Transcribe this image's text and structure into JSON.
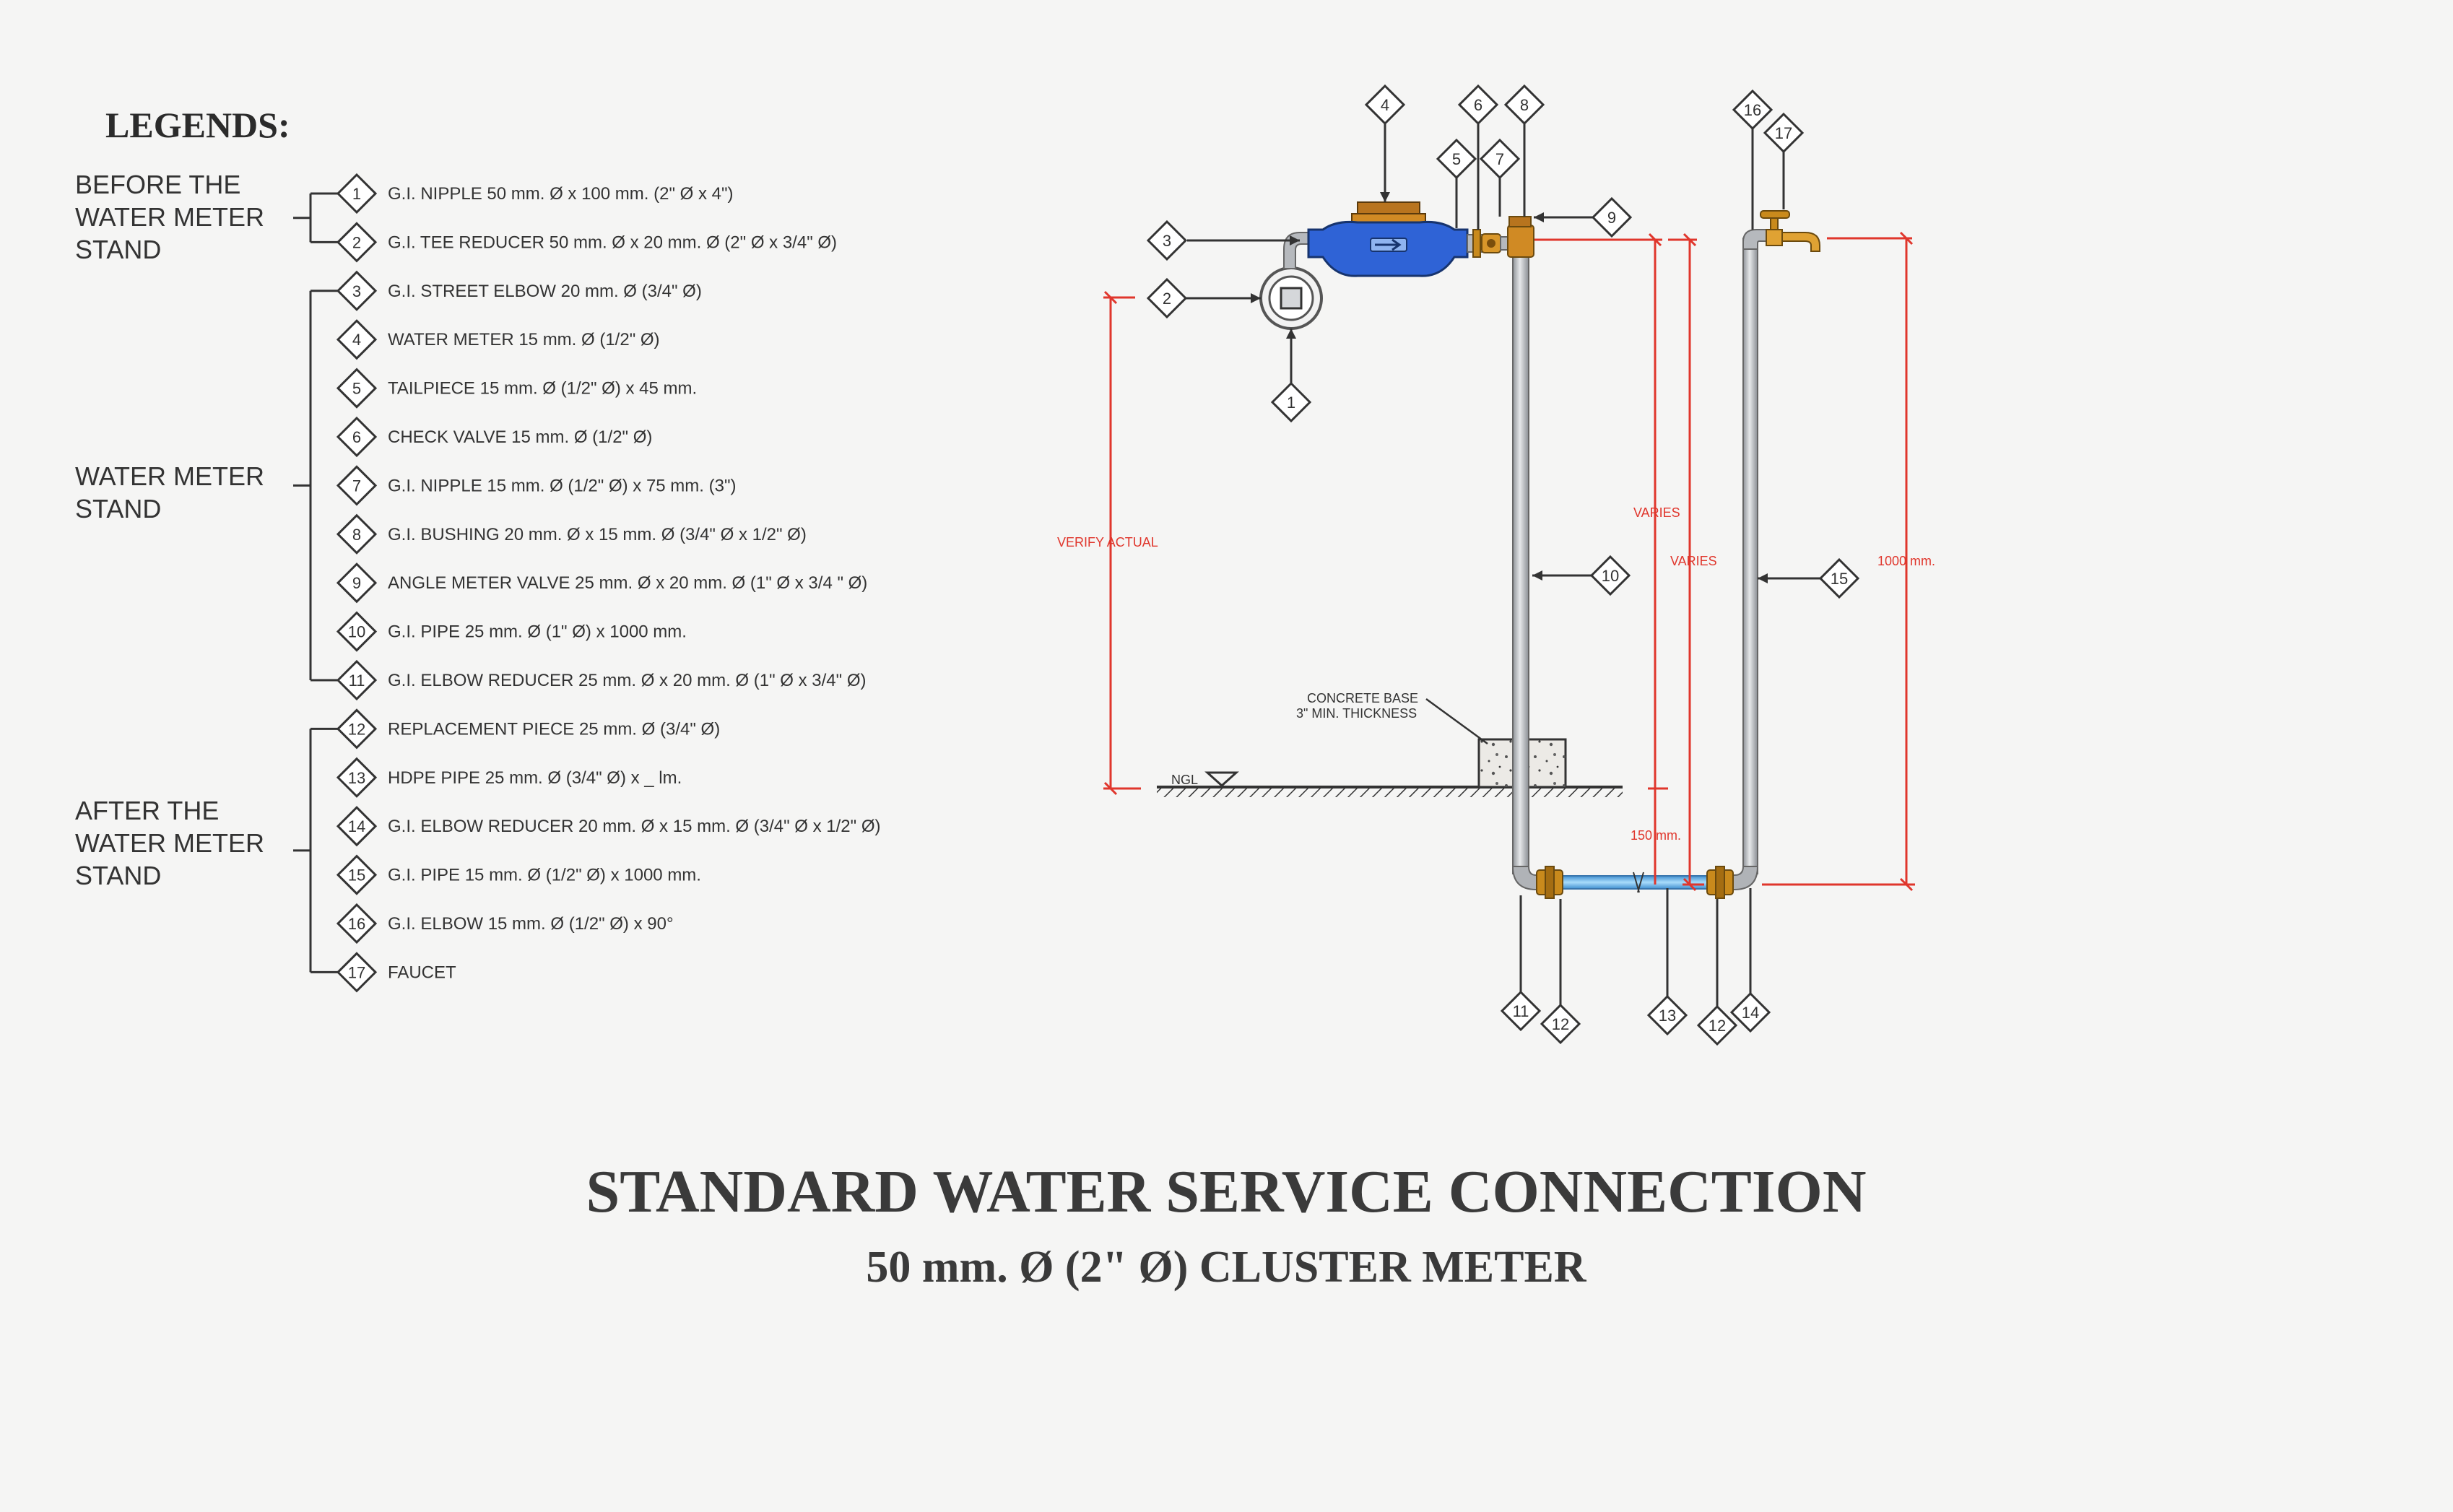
{
  "legend": {
    "title": "LEGENDS:",
    "groups": [
      {
        "label_lines": [
          "BEFORE THE",
          "WATER METER",
          "STAND"
        ],
        "first": 0,
        "last": 1
      },
      {
        "label_lines": [
          "WATER METER",
          "STAND"
        ],
        "first": 2,
        "last": 10
      },
      {
        "label_lines": [
          "AFTER THE",
          "WATER METER",
          "STAND"
        ],
        "first": 11,
        "last": 16
      }
    ],
    "items": [
      {
        "num": "1",
        "text": "G.I. NIPPLE 50 mm. Ø x 100 mm. (2\" Ø x 4\")"
      },
      {
        "num": "2",
        "text": "G.I. TEE REDUCER 50 mm. Ø x 20 mm. Ø (2\" Ø x 3/4\" Ø)"
      },
      {
        "num": "3",
        "text": "G.I. STREET ELBOW 20 mm. Ø (3/4\" Ø)"
      },
      {
        "num": "4",
        "text": "WATER METER 15 mm. Ø (1/2\" Ø)"
      },
      {
        "num": "5",
        "text": "TAILPIECE 15 mm. Ø (1/2\" Ø) x 45 mm."
      },
      {
        "num": "6",
        "text": "CHECK VALVE 15 mm. Ø (1/2\" Ø)"
      },
      {
        "num": "7",
        "text": "G.I. NIPPLE 15 mm. Ø (1/2\" Ø) x 75 mm. (3\")"
      },
      {
        "num": "8",
        "text": "G.I. BUSHING 20 mm. Ø x 15 mm. Ø (3/4\" Ø x 1/2\" Ø)"
      },
      {
        "num": "9",
        "text": "ANGLE METER VALVE 25 mm. Ø x 20 mm. Ø (1\" Ø x 3/4 \" Ø)"
      },
      {
        "num": "10",
        "text": "G.I. PIPE 25 mm. Ø (1\" Ø) x 1000 mm."
      },
      {
        "num": "11",
        "text": "G.I. ELBOW REDUCER 25 mm. Ø x 20 mm. Ø (1\" Ø x 3/4\" Ø)"
      },
      {
        "num": "12",
        "text": "REPLACEMENT PIECE 25 mm. Ø (3/4\" Ø)"
      },
      {
        "num": "13",
        "text": "HDPE PIPE 25 mm. Ø (3/4\" Ø) x _ lm."
      },
      {
        "num": "14",
        "text": "G.I. ELBOW REDUCER 20 mm. Ø x 15 mm. Ø (3/4\" Ø x 1/2\" Ø)"
      },
      {
        "num": "15",
        "text": "G.I. PIPE 15 mm. Ø (1/2\" Ø) x 1000 mm."
      },
      {
        "num": "16",
        "text": "G.I. ELBOW 15 mm. Ø (1/2\" Ø) x 90°"
      },
      {
        "num": "17",
        "text": "FAUCET"
      }
    ]
  },
  "drawing": {
    "callouts": [
      "1",
      "2",
      "3",
      "4",
      "5",
      "6",
      "7",
      "8",
      "9",
      "10",
      "11",
      "12",
      "13",
      "12",
      "14",
      "15",
      "16",
      "17"
    ],
    "annotations": {
      "verify_actual": "VERIFY ACTUAL",
      "varies_1": "VARIES",
      "varies_2": "VARIES",
      "dim_1000": "1000 mm.",
      "dim_150": "150 mm.",
      "ngl": "NGL",
      "concrete_base_1": "CONCRETE BASE",
      "concrete_base_2": "3\" MIN. THICKNESS"
    },
    "colors": {
      "dimension": "#e0362c",
      "meter_body": "#2f63d6",
      "brass": "#c98a1c",
      "pipe": "#b9bcc0",
      "hdpe": "#5fb0e6"
    }
  },
  "footer": {
    "title": "STANDARD WATER SERVICE CONNECTION",
    "subtitle": "50 mm. Ø (2\" Ø) CLUSTER METER"
  }
}
